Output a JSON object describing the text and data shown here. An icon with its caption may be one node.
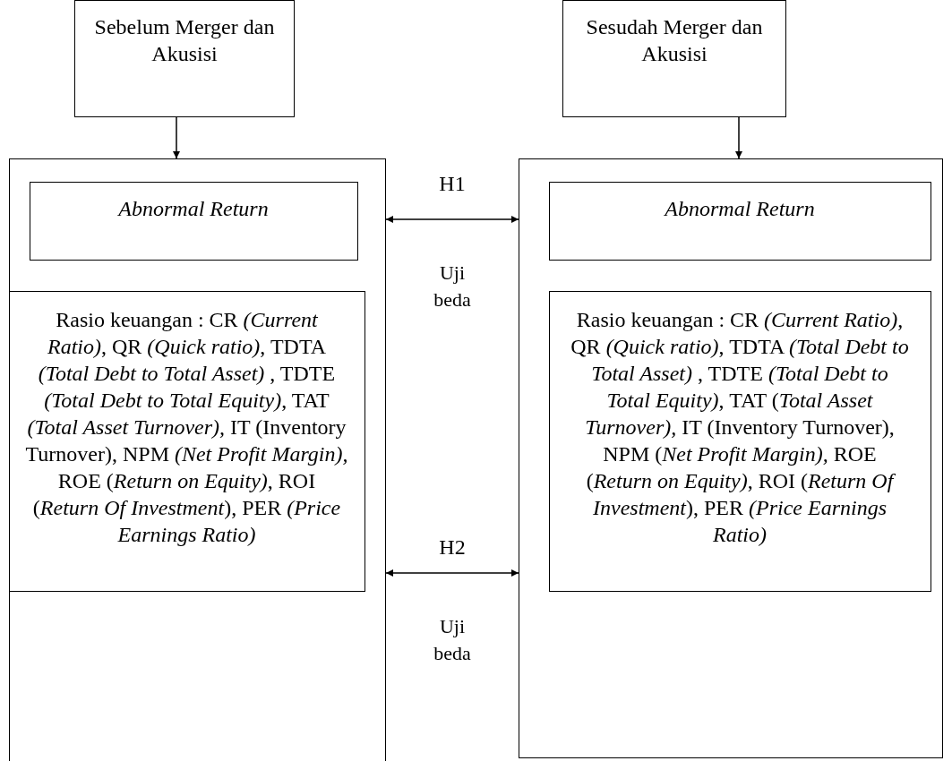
{
  "diagram": {
    "nodes": [
      {
        "text": [
          "Sebelum Merger dan Akusisi"
        ]
      },
      {
        "text": [
          "Sesudah Merger dan Akusisi"
        ]
      },
      {
        "text": [],
        "shape": "box"
      },
      {
        "text": [
          "Abnormal Return"
        ],
        "in": 2
      },
      {
        "text": [
          "Rasio keuangan : CR *(Current Ratio)*, QR *(Quick ratio)*, TDTA *(Total Debt to Total Asset)* , TDTE *(Total Debt to Total Equity)*, TAT *(Total Asset Turnover),* IT (Inventory Turnover), NPM *(Net Profit Margin),* ROE (*Return on Equity)*, ROI (*Return Of Investment*), PER *(Price Earnings Ratio)*"
        ],
        "in": 2
      },
      {
        "text": [],
        "shape": "box"
      },
      {
        "text": [
          "Abnormal Return"
        ],
        "in": 5
      },
      {
        "text": [
          "Rasio keuangan : CR *(Current Ratio)*, QR *(Quick ratio)*, TDTA *(Total Debt to Total Asset)* , TDTE *(Total Debt to Total Equity)*, TAT (*Total Asset Turnover),* IT (Inventory Turnover), NPM (*Net Profit Margin),* ROE (*Return on Equity)*, ROI (*Return Of Investment*), PER *(Price Earnings Ratio)*"
        ],
        "in": 5
      }
    ],
    "edges": [
      {
        "from": 0,
        "to": 2,
        "arrow": "to"
      },
      {
        "from": 1,
        "to": 5,
        "arrow": "to"
      },
      {
        "from": 2,
        "to": 5,
        "arrow": "both",
        "label": "H1"
      },
      {
        "from": 2,
        "to": 5,
        "arrow": "both",
        "label": "H2"
      }
    ],
    "labels": [
      "Uji beda",
      "Uji beda"
    ]
  }
}
